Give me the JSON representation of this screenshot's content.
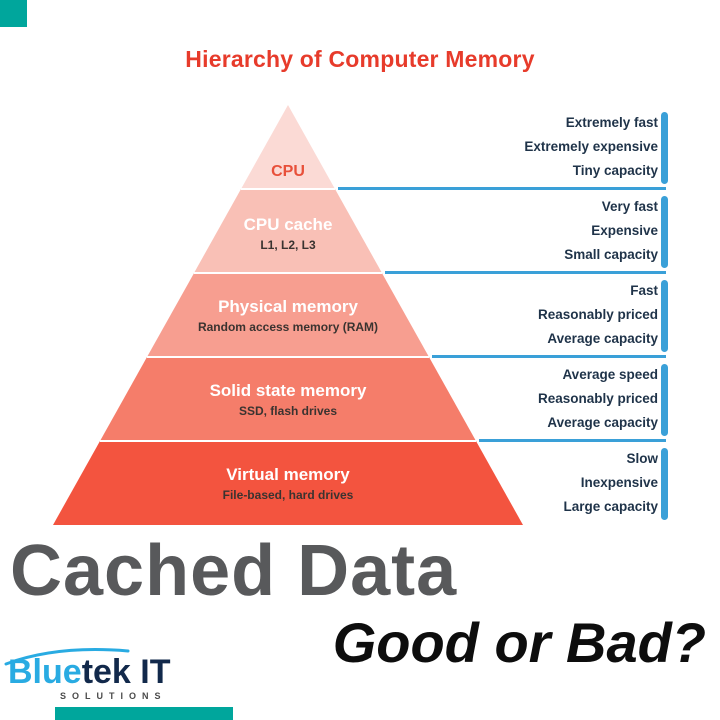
{
  "header": {
    "title": "Hierarchy of Computer Memory"
  },
  "pyramid": {
    "levels": [
      {
        "name": "CPU",
        "sub": "",
        "traits": [
          "Extremely fast",
          "Extremely expensive",
          "Tiny capacity"
        ]
      },
      {
        "name": "CPU cache",
        "sub": "L1, L2, L3",
        "traits": [
          "Very fast",
          "Expensive",
          "Small capacity"
        ]
      },
      {
        "name": "Physical memory",
        "sub": "Random access memory (RAM)",
        "traits": [
          "Fast",
          "Reasonably priced",
          "Average capacity"
        ]
      },
      {
        "name": "Solid state memory",
        "sub": "SSD, flash drives",
        "traits": [
          "Average speed",
          "Reasonably priced",
          "Average capacity"
        ]
      },
      {
        "name": "Virtual memory",
        "sub": "File-based, hard drives",
        "traits": [
          "Slow",
          "Inexpensive",
          "Large capacity"
        ]
      }
    ]
  },
  "headline": {
    "primary": "Cached Data",
    "secondary": "Good or Bad?"
  },
  "logo": {
    "brand_primary": "Blue",
    "brand_secondary": "tek IT",
    "tagline": "SOLUTIONS"
  },
  "colors": {
    "title_red": "#e73b2b",
    "pyramid_levels": [
      "#fbdad5",
      "#f9c0b6",
      "#f79e90",
      "#f57d6a",
      "#f3543f"
    ],
    "bar_blue": "#3aa0d8",
    "accent_teal": "#00a69c",
    "headline_gray": "#58595b",
    "logo_light_blue": "#29abe2",
    "logo_navy": "#12294b"
  }
}
